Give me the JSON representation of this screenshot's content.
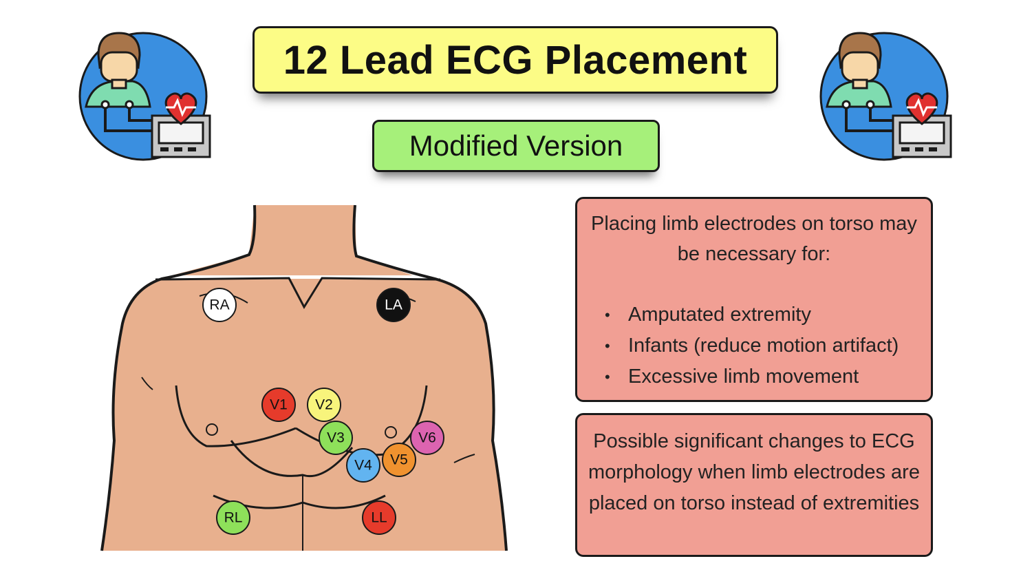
{
  "title": "12 Lead ECG Placement",
  "subtitle": "Modified Version",
  "icons": [
    "ecg-monitor-patient-icon",
    "ecg-monitor-patient-icon"
  ],
  "electrodes": [
    {
      "label": "RA",
      "color": "#ffffff",
      "text_color": "#111111"
    },
    {
      "label": "LA",
      "color": "#111111",
      "text_color": "#ffffff"
    },
    {
      "label": "V1",
      "color": "#e63b2b",
      "text_color": "#111111"
    },
    {
      "label": "V2",
      "color": "#f8f47c",
      "text_color": "#111111"
    },
    {
      "label": "V3",
      "color": "#8ee05a",
      "text_color": "#111111"
    },
    {
      "label": "V4",
      "color": "#62b4f0",
      "text_color": "#111111"
    },
    {
      "label": "V5",
      "color": "#f0922f",
      "text_color": "#111111"
    },
    {
      "label": "V6",
      "color": "#dc64b0",
      "text_color": "#111111"
    },
    {
      "label": "RL",
      "color": "#8ee05a",
      "text_color": "#111111"
    },
    {
      "label": "LL",
      "color": "#e63b2b",
      "text_color": "#111111"
    }
  ],
  "info_box_1": {
    "intro": "Placing limb electrodes on torso may be necessary for:",
    "bullets": [
      "Amputated extremity",
      "Infants (reduce motion artifact)",
      "Excessive limb movement"
    ]
  },
  "info_box_2": {
    "text": "Possible significant changes to ECG morphology when limb electrodes are placed on torso instead of extremities"
  },
  "colors": {
    "title_bg": "#fcfc86",
    "subtitle_bg": "#a6f07a",
    "info_bg": "#f19f94",
    "skin": "#e8b08e"
  }
}
